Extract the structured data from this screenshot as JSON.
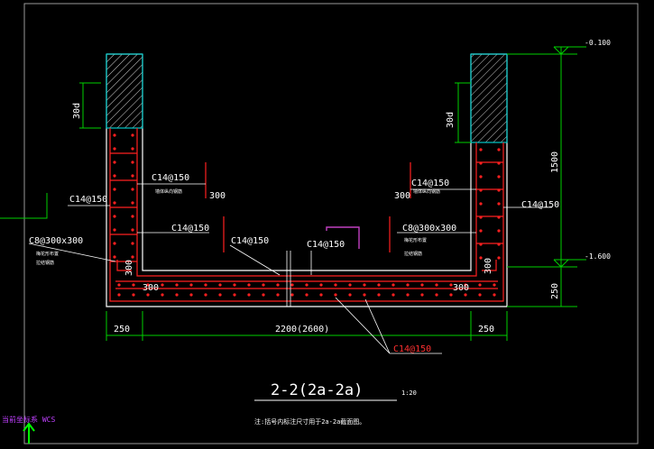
{
  "colors": {
    "background": "#000000",
    "wall": "#ffffff",
    "rebar": "#ff2020",
    "dimension": "#00d000",
    "hatch": "#00c8c8",
    "text": "#ffffff",
    "rebar_label": "#ff3030",
    "accent_purple": "#c040c0",
    "frame": "#9a9a9a"
  },
  "drawing": {
    "title": "2-2(2a-2a)",
    "scale": "1:20",
    "note": "注:括号内标注尺寸用于2a-2a截面图。",
    "ucs_label": "当前坐标系 WCS"
  },
  "labels": {
    "left_top_rebar": "C14@150",
    "left_top_note": "墙体纵向钢筋",
    "left_300": "300",
    "right_top_rebar": "C14@150",
    "right_top_note": "墙体纵向钢筋",
    "right_300": "300",
    "left_side_rebar": "C14@150",
    "right_side_rebar": "C14@150",
    "left_mid_rebar": "C14@150",
    "left_stirrup": "C8@300x300",
    "left_stirrup_note1": "梅花形布置",
    "left_stirrup_note2": "拉结钢筋",
    "right_stirrup": "C8@300x300",
    "right_stirrup_note1": "梅花形布置",
    "right_stirrup_note2": "拉结钢筋",
    "slab_rebar_left": "C14@150",
    "slab_rebar_right": "C14@150",
    "left_corner_300": "300",
    "left_corner_300b": "300",
    "right_corner_300": "300",
    "right_corner_300b": "300",
    "bottom_rebar": "C14@150",
    "left_wall_height": "30d",
    "right_wall_height": "30d"
  },
  "dimensions": {
    "left_width": "250",
    "center_width": "2200(2600)",
    "right_width": "250",
    "elev_top": "-0.100",
    "elev_bottom": "-1.600",
    "height_main": "1500",
    "height_slab": "250"
  }
}
